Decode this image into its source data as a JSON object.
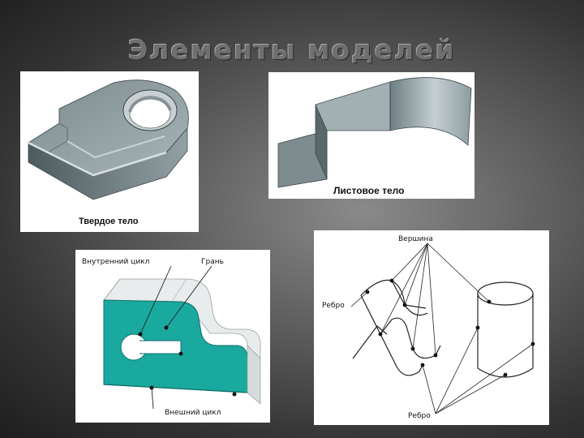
{
  "slide": {
    "title": "Элементы моделей"
  },
  "figures": {
    "solid": {
      "caption": "Твердое тело"
    },
    "sheet": {
      "caption": "Листовое тело"
    },
    "loops": {
      "inner_loop_label": "Внутренний цикл",
      "face_label": "Грань",
      "outer_loop_label": "Внешний цикл"
    },
    "topology": {
      "vertex_label": "Вершина",
      "edge_label_left": "Ребро",
      "edge_label_bottom": "Ребро"
    }
  },
  "colors": {
    "face_fill": "#1aa99f",
    "metal": "#8f9ea2"
  }
}
